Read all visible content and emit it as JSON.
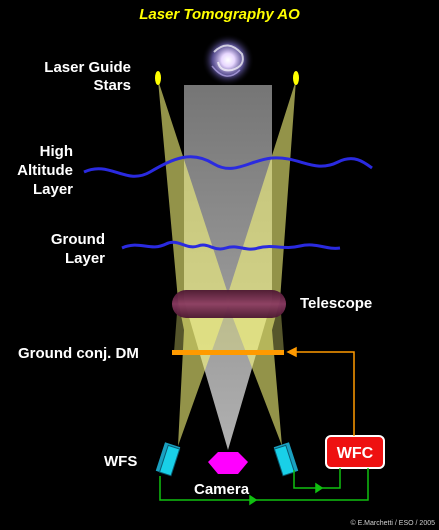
{
  "title": "Laser Tomography AO",
  "labels": {
    "lgs_line1": "Laser Guide",
    "lgs_line2": "Stars",
    "high_line1": "High",
    "high_line2": "Altitude",
    "high_line3": "Layer",
    "ground_line1": "Ground",
    "ground_line2": "Layer",
    "telescope": "Telescope",
    "dm": "Ground conj. DM",
    "wfs": "WFS",
    "camera": "Camera",
    "wfc": "WFC"
  },
  "credit": "© E.Marchetti / ESO / 2005",
  "colors": {
    "title": "#ffff00",
    "beam": "#f5f57a",
    "science_beam": "#b8b8b8",
    "turbulence": "#2a2ae0",
    "telescope": "#6e2a4a",
    "dm": "#ff9a00",
    "wfc": "#ee1111",
    "loop": "#10c010",
    "camera": "#ff00ff",
    "wfs": "#19c8e0"
  }
}
